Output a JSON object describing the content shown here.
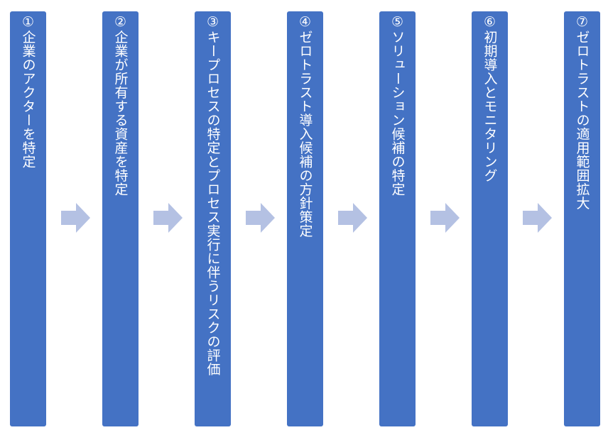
{
  "steps": [
    {
      "label": "①企業のアクターを特定"
    },
    {
      "label": "②企業が所有する資産を特定"
    },
    {
      "label": "③キープロセスの特定とプロセス実行に伴うリスクの評価"
    },
    {
      "label": "④ゼロトラスト導入候補の方針策定"
    },
    {
      "label": "⑤ソリューション候補の特定"
    },
    {
      "label": "⑥初期導入とモニタリング"
    },
    {
      "label": "⑦ゼロトラストの適用範囲拡大"
    }
  ],
  "colors": {
    "step_fill": "#4472c4",
    "step_text": "#ffffff",
    "arrow_fill": "#b4c1e3"
  }
}
